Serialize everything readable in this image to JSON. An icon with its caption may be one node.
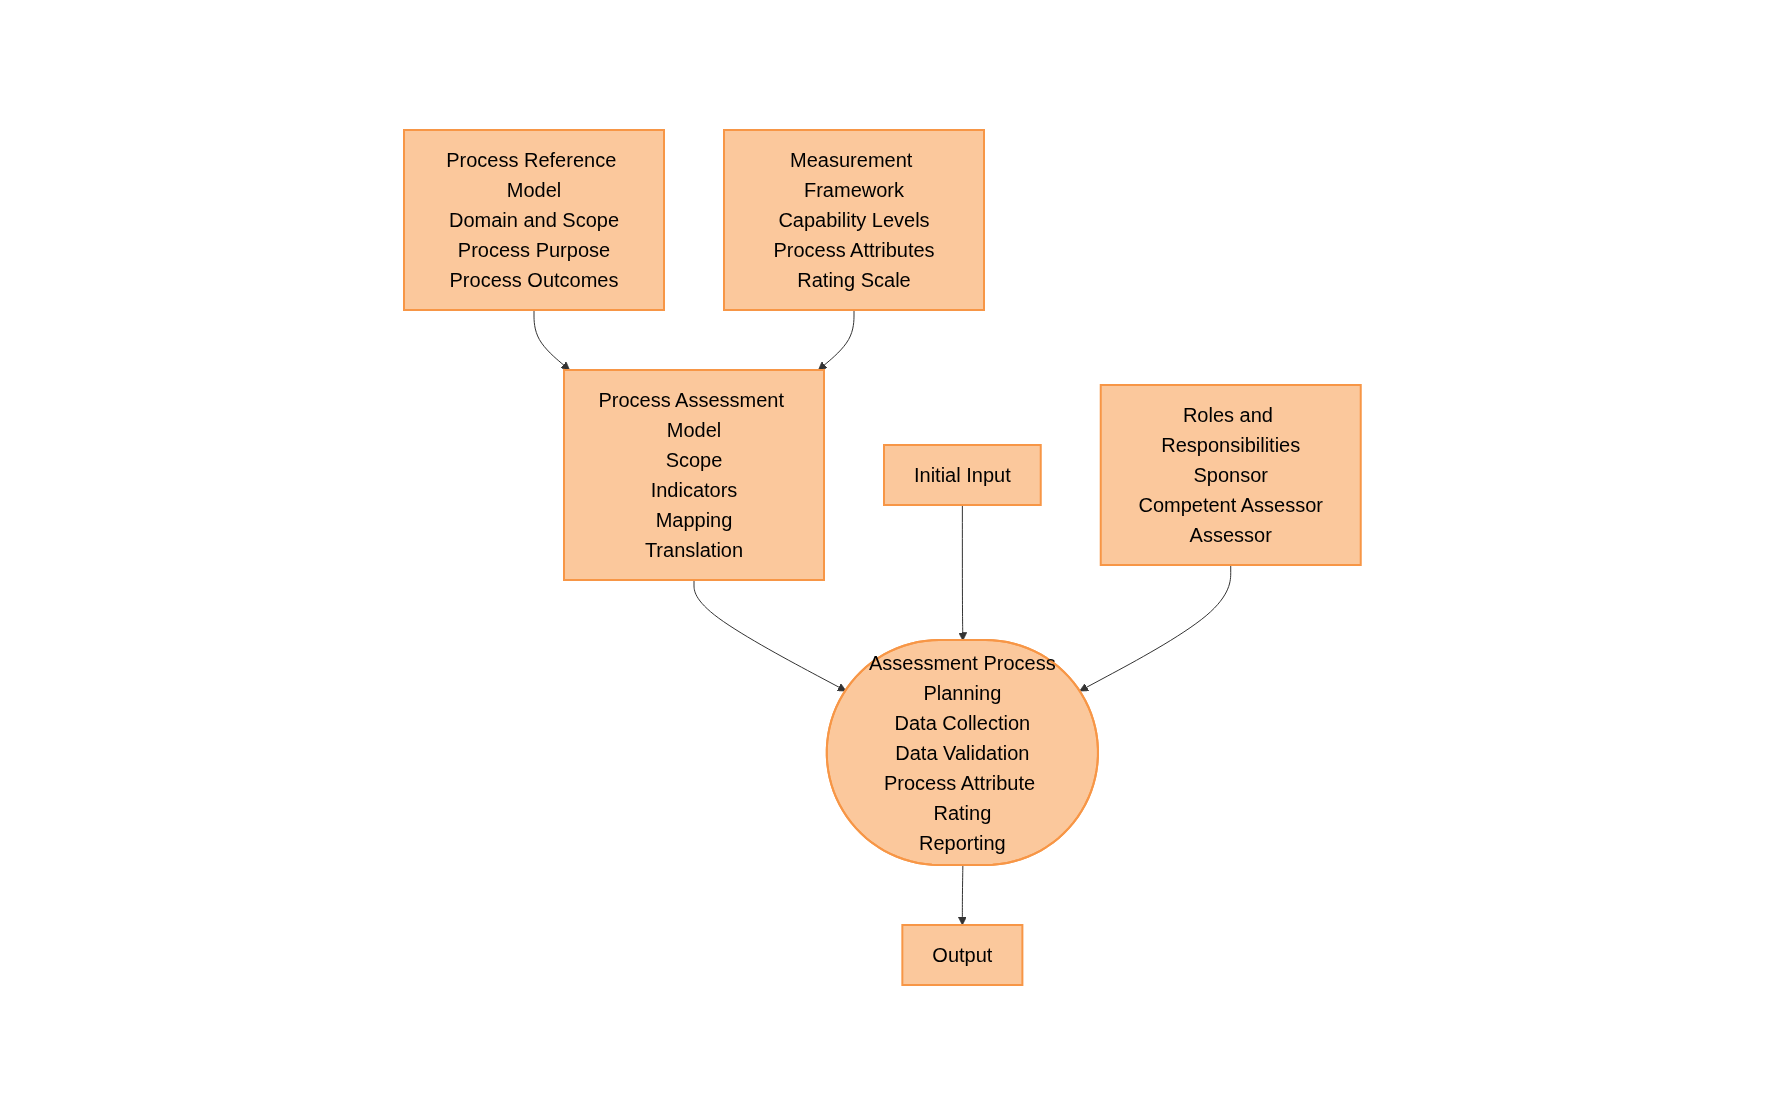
{
  "diagram": {
    "nodes": [
      {
        "text": [
          "Process Reference Model",
          "Domain and Scope",
          "Process Purpose",
          "Process Outcomes"
        ]
      },
      {
        "text": [
          "Measurement Framework",
          "Capability Levels",
          "Process Attributes",
          "Rating Scale"
        ]
      },
      {
        "text": [
          "Process Assessment Model",
          "Scope",
          "Indicators",
          "Mapping",
          "Translation"
        ]
      },
      {
        "text": [
          "Initial Input"
        ]
      },
      {
        "text": [
          "Assessment Process",
          "Planning",
          "Data Collection",
          "Data Validation",
          "Process Attribute Rating",
          "Reporting"
        ]
      },
      {
        "text": [
          "Output"
        ]
      },
      {
        "text": [
          "Roles and Responsibilities",
          "Sponsor",
          "Competent Assessor",
          "Assessor"
        ]
      }
    ],
    "edges": [
      {
        "from": 0,
        "to": 2,
        "arrow": "to"
      },
      {
        "from": 1,
        "to": 2,
        "arrow": "to"
      },
      {
        "from": 2,
        "to": 4,
        "arrow": "to"
      },
      {
        "from": 3,
        "to": 4,
        "arrow": "to"
      },
      {
        "from": 4,
        "to": 5,
        "arrow": "to"
      },
      {
        "from": 6,
        "to": 4,
        "arrow": "to"
      }
    ]
  }
}
